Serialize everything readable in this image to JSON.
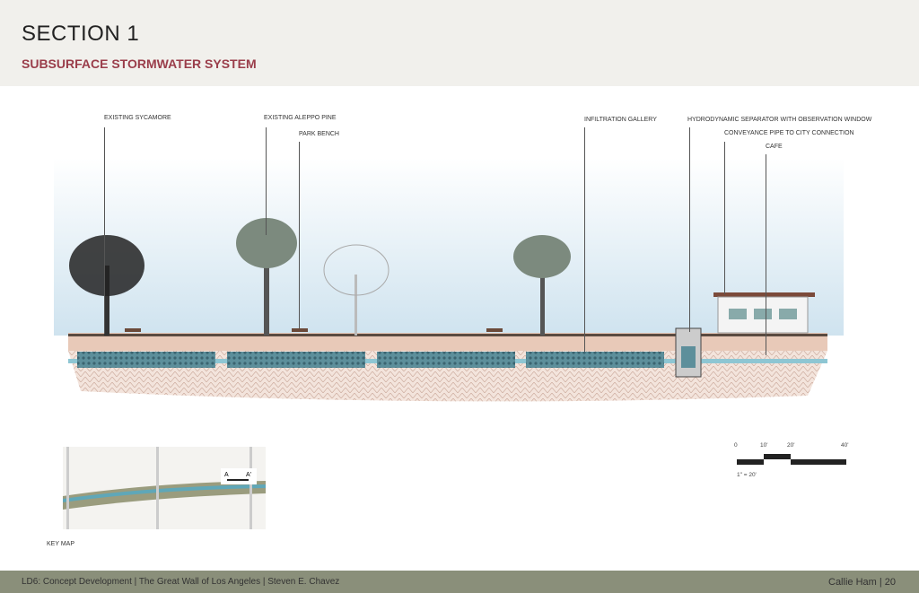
{
  "header": {
    "title": "SECTION 1",
    "subtitle": "SUBSURFACE STORMWATER SYSTEM"
  },
  "labels": {
    "sycamore": "EXISTING SYCAMORE",
    "aleppo": "EXISTING ALEPPO PINE",
    "bench": "PARK BENCH",
    "gallery": "INFILTRATION GALLERY",
    "separator": "HYDRODYNAMIC SEPARATOR WITH OBSERVATION WINDOW",
    "pipe": "CONVEYANCE PIPE TO CITY CONNECTION",
    "cafe": "CAFE"
  },
  "scale": {
    "ticks": [
      "0",
      "10'",
      "20'",
      "40'"
    ],
    "ratio": "1\" = 20'"
  },
  "keymap": {
    "label": "KEY MAP",
    "a": "A",
    "a_prime": "A'"
  },
  "footer": {
    "left": "LD6: Concept Development  |  The Great Wall of Los Angeles  |  Steven E. Chavez",
    "right": "Callie Ham  |  20"
  },
  "colors": {
    "accent": "#9a3d4a",
    "footer": "#8a8f7a",
    "water": "#5fa7b8",
    "soil": "#e8c9b8"
  }
}
